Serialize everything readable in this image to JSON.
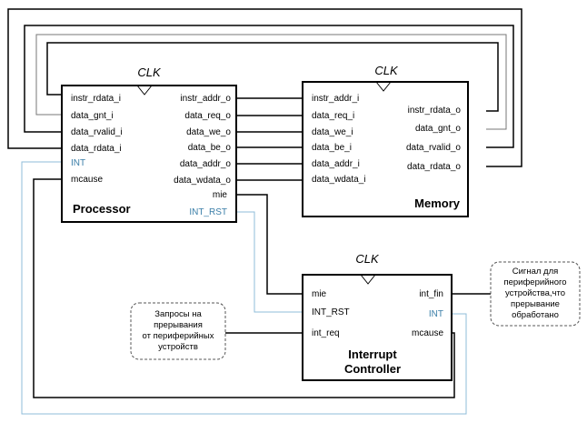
{
  "processor": {
    "title": "Processor",
    "clk": "CLK",
    "left_ports": [
      "instr_rdata_i",
      "data_gnt_i",
      "data_rvalid_i",
      "data_rdata_i",
      "INT",
      "mcause"
    ],
    "right_ports": [
      "instr_addr_o",
      "data_req_o",
      "data_we_o",
      "data_be_o",
      "data_addr_o",
      "data_wdata_o",
      "mie",
      "INT_RST"
    ]
  },
  "memory": {
    "title": "Memory",
    "clk": "CLK",
    "left_ports": [
      "instr_addr_i",
      "data_req_i",
      "data_we_i",
      "data_be_i",
      "data_addr_i",
      "data_wdata_i"
    ],
    "right_ports": [
      "instr_rdata_o",
      "data_gnt_o",
      "data_rvalid_o",
      "data_rdata_o"
    ]
  },
  "interrupt_controller": {
    "title_line1": "Interrupt",
    "title_line2": "Controller",
    "clk": "CLK",
    "left_ports": [
      "mie",
      "INT_RST",
      "int_req"
    ],
    "right_ports": [
      "int_fin",
      "INT",
      "mcause"
    ]
  },
  "notes": {
    "requests": [
      "Запросы на",
      "прерывания",
      "от периферийных",
      "устройств"
    ],
    "signal": [
      "Сигнал для",
      "периферийного",
      "устройства,что",
      "прерывание",
      "обработано"
    ]
  },
  "colors": {
    "interrupt_signal": "#3a7ea8",
    "interrupt_wire": "#8fbcd8",
    "memory_feedback_wire": "#777777",
    "line": "#000000"
  }
}
